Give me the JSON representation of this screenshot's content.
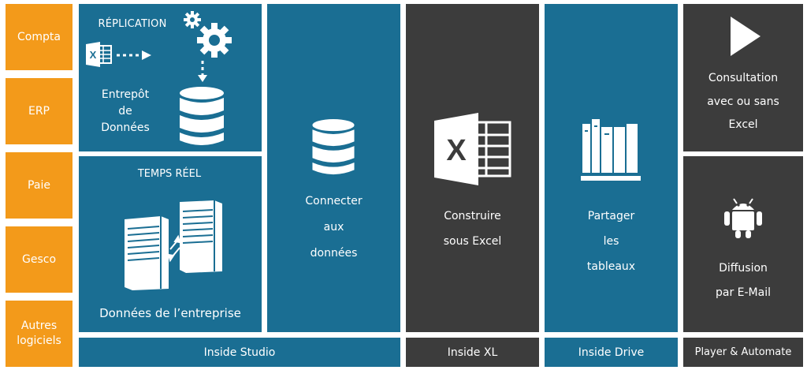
{
  "sources": [
    {
      "label": "Compta"
    },
    {
      "label": "ERP"
    },
    {
      "label": "Paie"
    },
    {
      "label": "Gesco"
    },
    {
      "label": "Autres logiciels"
    }
  ],
  "replication": {
    "title": "Réplication",
    "store_line1": "Entrepôt",
    "store_line2": "de",
    "store_line3": "Données"
  },
  "realtime": {
    "title": "Temps Réel",
    "caption": "Données de l’entreprise"
  },
  "connect": {
    "line1": "Connecter",
    "line2": "aux",
    "line3": "données"
  },
  "build": {
    "line1": "Construire",
    "line2": "sous Excel"
  },
  "share": {
    "line1": "Partager",
    "line2": "les",
    "line3": "tableaux"
  },
  "consult": {
    "line1": "Consultation",
    "line2": "avec ou sans",
    "line3": "Excel"
  },
  "diffusion": {
    "line1": "Diffusion",
    "line2": "par E-Mail"
  },
  "footer": {
    "studio": "Inside Studio",
    "xl": "Inside XL",
    "drive": "Inside Drive",
    "player": "Player & Automate"
  },
  "colors": {
    "orange": "#f39a1a",
    "blue": "#1a6e93",
    "dark": "#3c3c3c"
  }
}
